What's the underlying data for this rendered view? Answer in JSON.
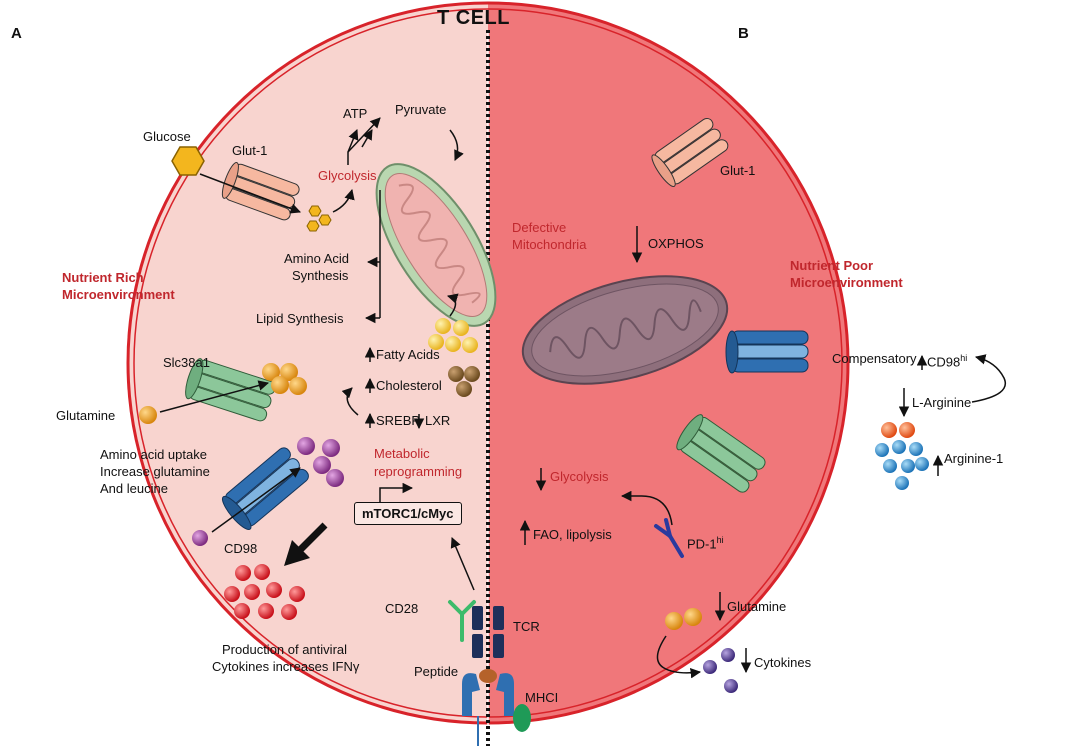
{
  "title": "T CELL",
  "panels": {
    "a": "A",
    "b": "B"
  },
  "left": {
    "environment": [
      "Nutrient Rich",
      "Microenvironment"
    ],
    "glucose": "Glucose",
    "glut1": "Glut-1",
    "glycolysis": "Glycolysis",
    "atp": "ATP",
    "pyruvate": "Pyruvate",
    "amino_acid_synthesis": [
      "Amino Acid",
      "Synthesis"
    ],
    "lipid_synthesis": "Lipid Synthesis",
    "fatty_acids": "Fatty Acids",
    "cholesterol": "Cholesterol",
    "srebp": "SREBP",
    "lxr": "LXR",
    "slc38a1": "Slc38a1",
    "glutamine": "Glutamine",
    "amino_acid_uptake": [
      "Amino acid uptake",
      "Increase glutamine",
      "And leucine"
    ],
    "metabolic_reprogramming": [
      "Metabolic",
      "reprogramming"
    ],
    "mtorc1": "mTORC1/cMyc",
    "cd98": "CD98",
    "cd28": "CD28",
    "tcr": "TCR",
    "peptide": "Peptide",
    "mhci": "MHCI",
    "cytokines_production": [
      "Production of antiviral",
      "Cytokines increases IFNγ"
    ]
  },
  "right": {
    "environment": [
      "Nutrient Poor",
      "Microenvironment"
    ],
    "glut1": "Glut-1",
    "defective_mito": [
      "Defective",
      "Mitochondria"
    ],
    "oxphos": "OXPHOS",
    "compensatory": "Compensatory",
    "cd98": "CD98",
    "cd98_sup": "hi",
    "l_arginine": "L-Arginine",
    "arginine1": "Arginine-1",
    "glycolysis": "Glycolysis",
    "fao": "FAO, lipolysis",
    "pd1": "PD-1",
    "pd1_sup": "hi",
    "glutamine": "Glutamine",
    "cytokines": "Cytokines"
  },
  "colors": {
    "left_cell": "#f8d4cf",
    "right_cell": "#f0777a",
    "membrane": "#d8232a",
    "mito_green": "#b9d7b0",
    "transporter_green": "#8cc79a",
    "transporter_blue": "#2f6fb1",
    "glucose": "#f3b61e",
    "glutamine": "#efa62a",
    "cd98_cargo": "#9b3f9b",
    "ifn": "#e01c24",
    "arg_blue": "#2a8fd0",
    "tcr": "#1e2f5a"
  }
}
